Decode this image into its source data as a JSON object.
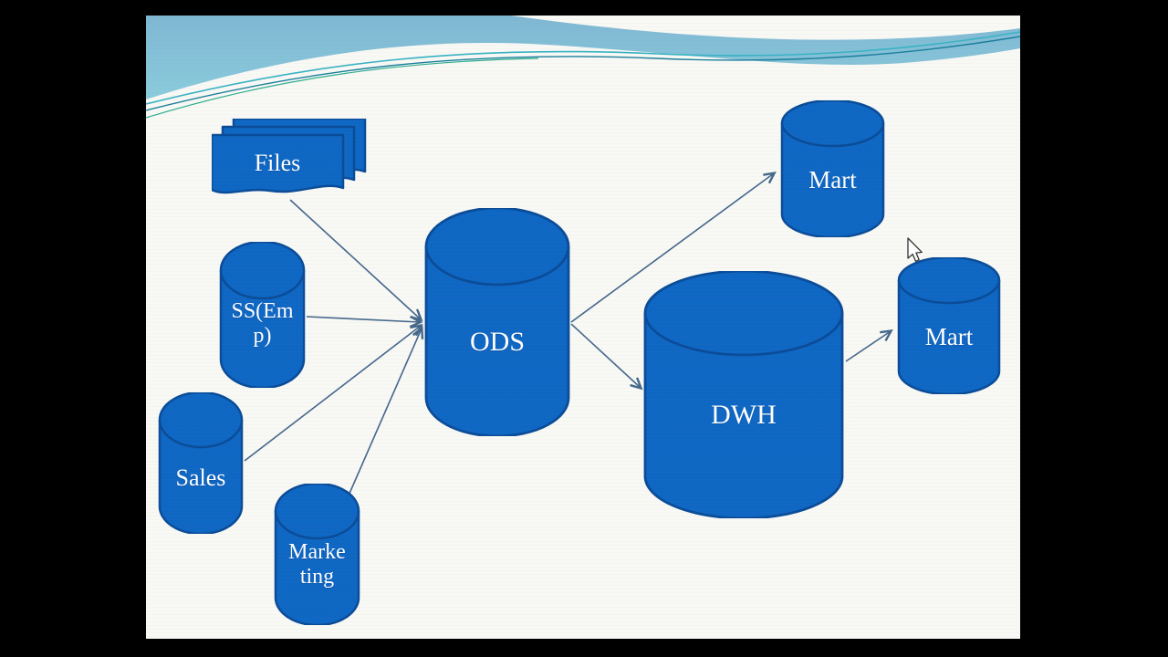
{
  "scene": {
    "kind": "presentation slide (letterboxed video frame)",
    "letterbox_color": "#000000"
  },
  "slide": {
    "background": "#f8f8f5",
    "wave": {
      "teal_top": "#7fb7d3",
      "teal_bottom": "#92dbe3",
      "accent_line_dark": "#1a7f9c",
      "accent_line_teal": "#39b3c4",
      "accent_line_green": "#2fae8f"
    }
  },
  "diagram": {
    "style": {
      "shape_fill": "#0f67c4",
      "shape_border": "#0a4c98",
      "connector_color": "#44678a",
      "label_color": "#ffffff"
    },
    "nodes": {
      "files": {
        "label": "Files",
        "shape": "multi-document"
      },
      "ssemp": {
        "label": "SS(Emp)",
        "shape": "cylinder",
        "lines": [
          "SS(Em",
          "p)"
        ]
      },
      "sales": {
        "label": "Sales",
        "shape": "cylinder"
      },
      "marketing": {
        "label": "Marketing",
        "shape": "cylinder",
        "lines": [
          "Marke",
          "ting"
        ]
      },
      "ods": {
        "label": "ODS",
        "shape": "cylinder"
      },
      "dwh": {
        "label": "DWH",
        "shape": "cylinder"
      },
      "mart_top": {
        "label": "Mart",
        "shape": "cylinder"
      },
      "mart_right": {
        "label": "Mart",
        "shape": "cylinder"
      }
    },
    "edges": [
      {
        "from": "Files",
        "to": "ODS"
      },
      {
        "from": "SS(Emp)",
        "to": "ODS"
      },
      {
        "from": "Sales",
        "to": "ODS"
      },
      {
        "from": "Marketing",
        "to": "ODS"
      },
      {
        "from": "ODS",
        "to": "Mart (top)"
      },
      {
        "from": "ODS",
        "to": "DWH"
      },
      {
        "from": "DWH",
        "to": "Mart (right)"
      }
    ]
  },
  "cursor": {
    "visible": true
  }
}
